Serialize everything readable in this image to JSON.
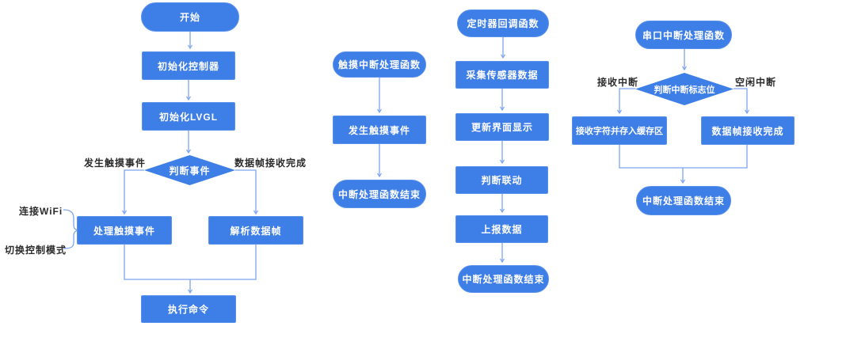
{
  "diagram": {
    "colors": {
      "node_fill": "#3E7EE7",
      "node_text": "#FFFFFF",
      "connector": "#7DA5F0",
      "label_text": "#2B2B2B",
      "background": "#FFFFFF"
    },
    "flows": {
      "main": {
        "start": "开始",
        "init_controller": "初始化控制器",
        "init_lvgl": "初始化LVGL",
        "decide_event": "判断事件",
        "branch_left_label": "发生触摸事件",
        "branch_right_label": "数据帧接收完成",
        "handle_touch": "处理触摸事件",
        "parse_frame": "解析数据帧",
        "side_label_top": "连接WiFi",
        "side_label_bottom": "切换控制模式",
        "execute": "执行命令"
      },
      "touch_isr": {
        "title": "触摸中断处理函数",
        "touch_event": "发生触摸事件",
        "end": "中断处理函数结束"
      },
      "timer_cb": {
        "title": "定时器回调函数",
        "collect": "采集传感器数据",
        "update_ui": "更新界面显示",
        "check_linkage": "判断联动",
        "report": "上报数据",
        "end": "中断处理函数结束"
      },
      "uart_isr": {
        "title": "串口中断处理函数",
        "decide_flag": "判断中断标志位",
        "branch_left_label": "接收中断",
        "branch_right_label": "空闲中断",
        "recv_char": "接收字符并存入缓存区",
        "frame_done": "数据帧接收完成",
        "end": "中断处理函数结束"
      }
    }
  }
}
